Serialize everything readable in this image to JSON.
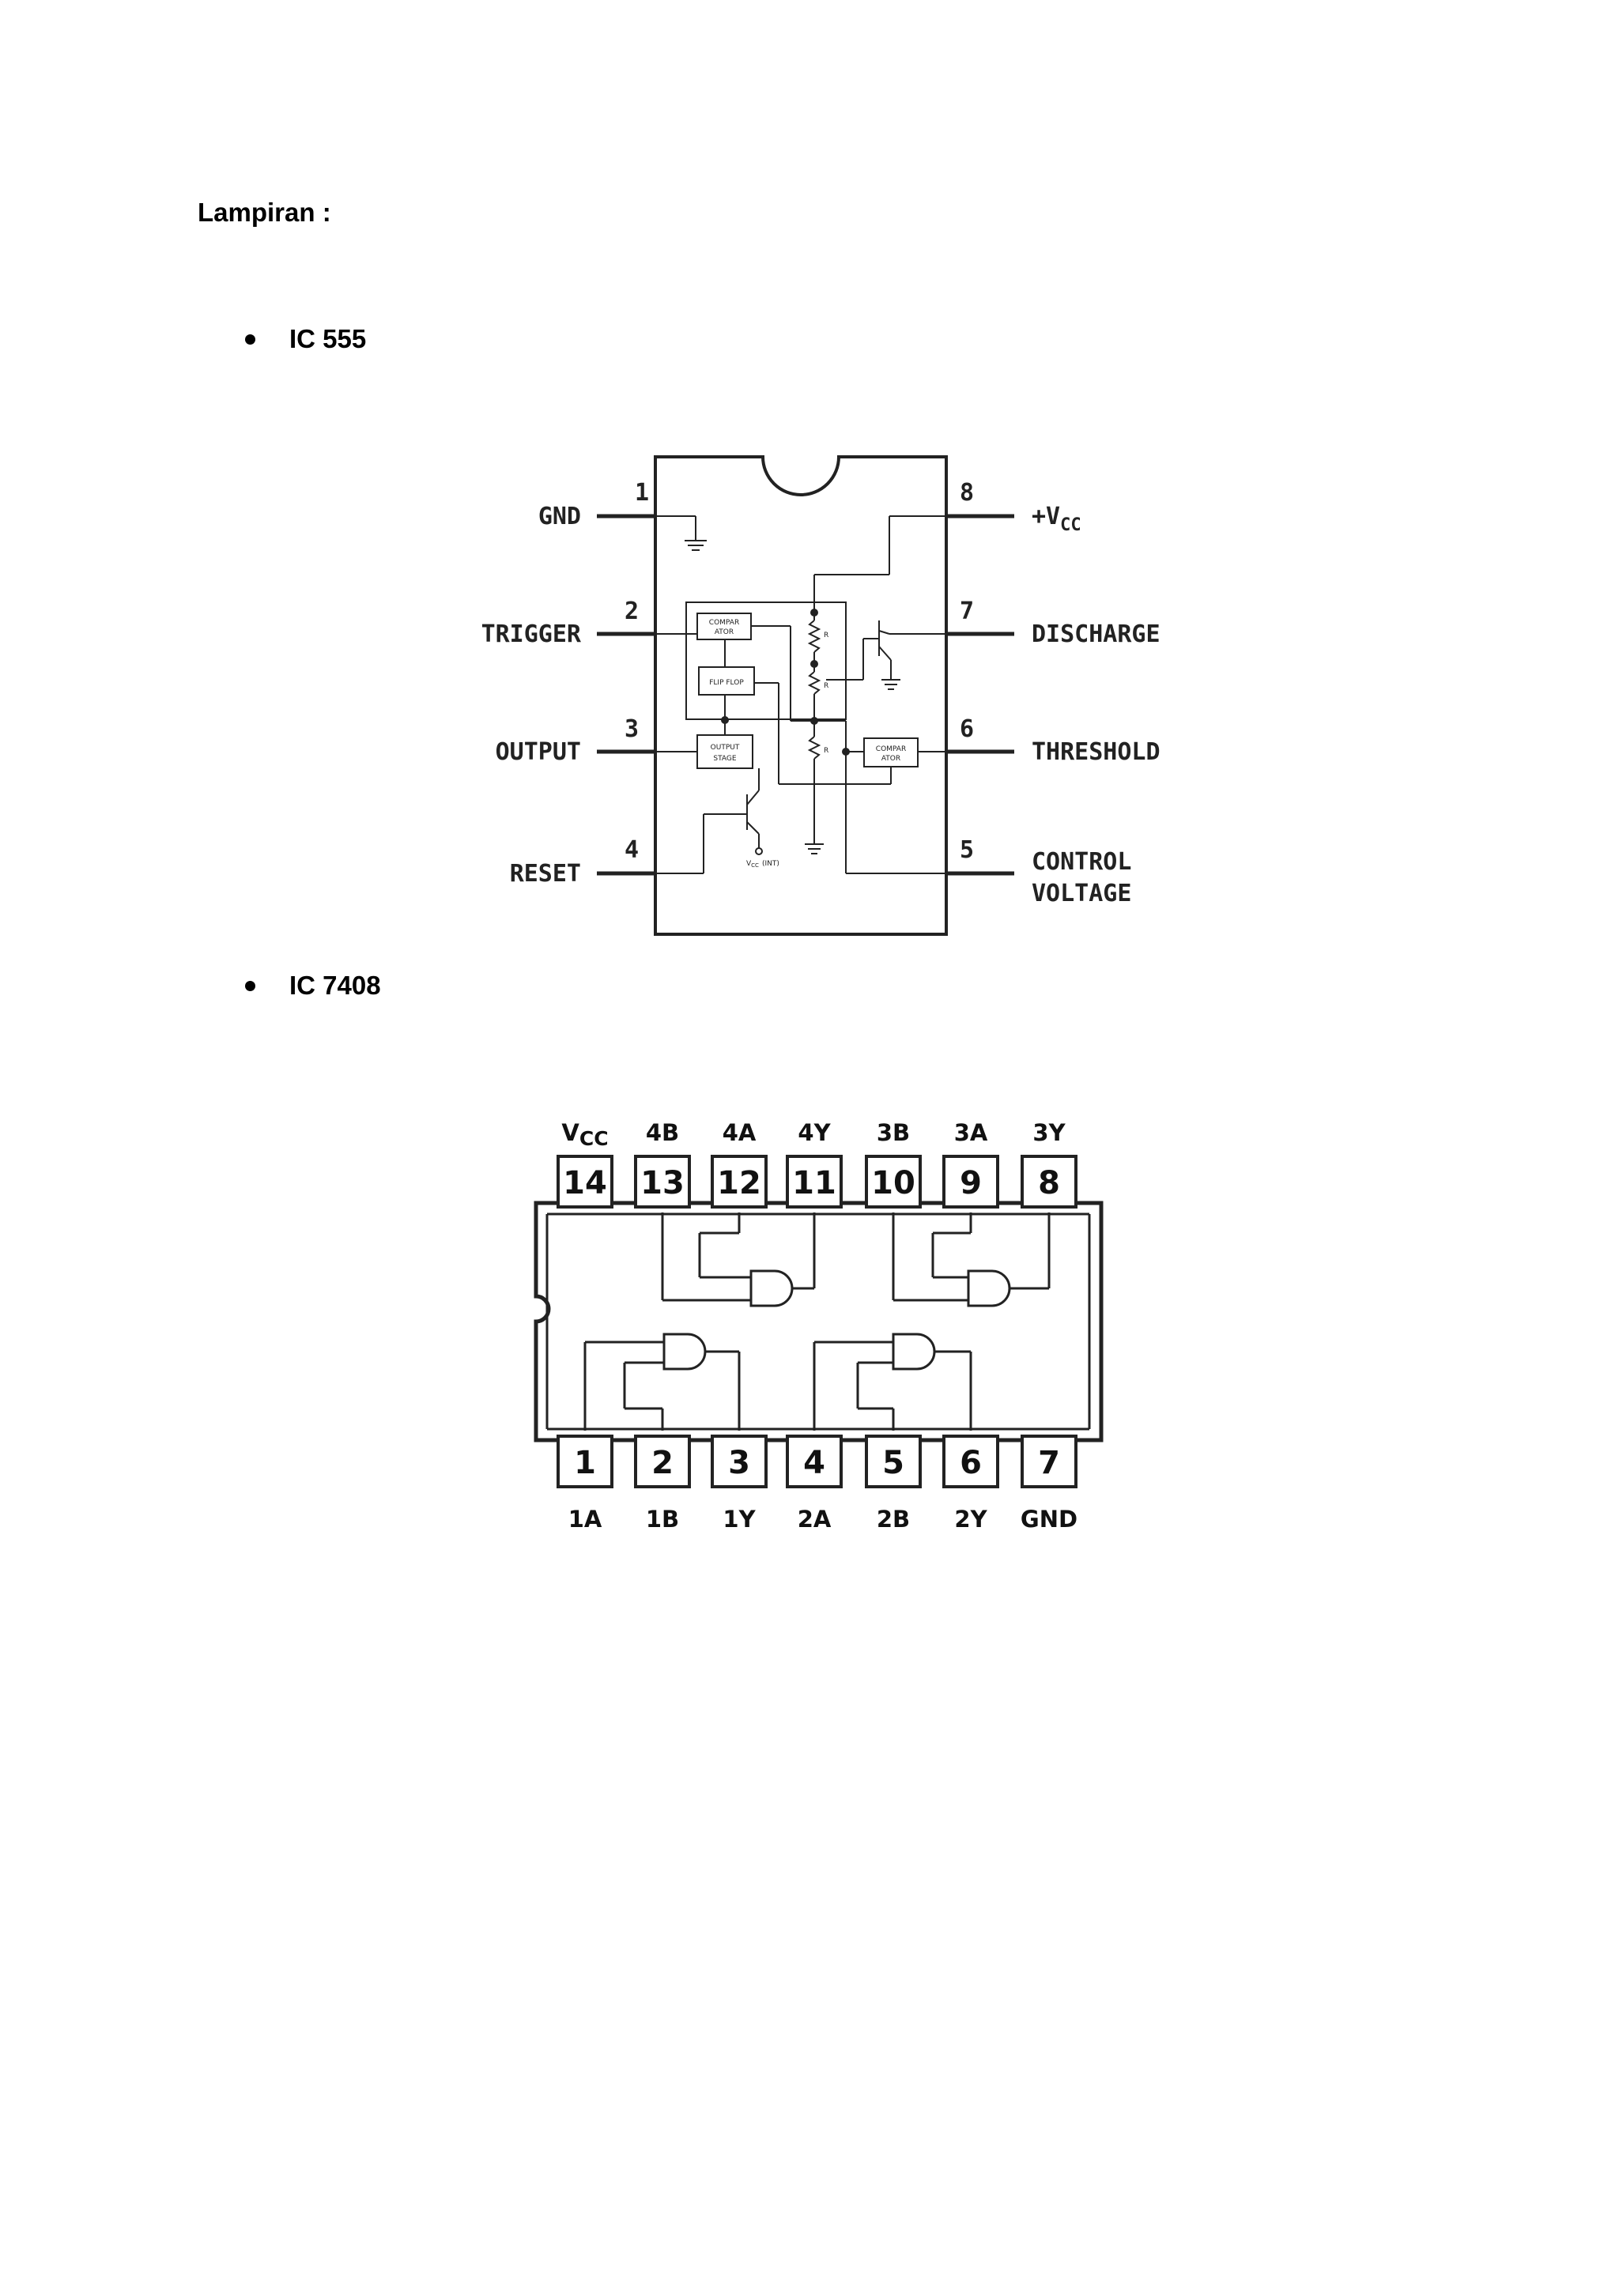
{
  "page": {
    "heading": "Lampiran :",
    "sections": [
      {
        "label": "IC 555"
      },
      {
        "label": "IC 7408"
      }
    ]
  },
  "ic555": {
    "pins": {
      "p1": {
        "num": "1",
        "name": "GND"
      },
      "p2": {
        "num": "2",
        "name": "TRIGGER"
      },
      "p3": {
        "num": "3",
        "name": "OUTPUT"
      },
      "p4": {
        "num": "4",
        "name": "RESET"
      },
      "p5": {
        "num": "5",
        "name_line1": "CONTROL",
        "name_line2": "VOLTAGE"
      },
      "p6": {
        "num": "6",
        "name": "THRESHOLD"
      },
      "p7": {
        "num": "7",
        "name": "DISCHARGE"
      },
      "p8": {
        "num": "8",
        "name_main": "+V",
        "name_sub": "CC"
      }
    },
    "blocks": {
      "comparator1_l1": "COMPAR",
      "comparator1_l2": "ATOR",
      "flipflop": "FLIP FLOP",
      "output_stage_l1": "OUTPUT",
      "output_stage_l2": "STAGE",
      "comparator2_l1": "COMPAR",
      "comparator2_l2": "ATOR",
      "resistor_label": "R",
      "vcc_int": "V",
      "vcc_int_sub": "CC",
      "vcc_int_suffix": "(INT)"
    }
  },
  "ic7408": {
    "top_pins": [
      {
        "num": "14",
        "label": "V",
        "label_sub": "CC"
      },
      {
        "num": "13",
        "label": "4B"
      },
      {
        "num": "12",
        "label": "4A"
      },
      {
        "num": "11",
        "label": "4Y"
      },
      {
        "num": "10",
        "label": "3B"
      },
      {
        "num": "9",
        "label": "3A"
      },
      {
        "num": "8",
        "label": "3Y"
      }
    ],
    "bottom_pins": [
      {
        "num": "1",
        "label": "1A"
      },
      {
        "num": "2",
        "label": "1B"
      },
      {
        "num": "3",
        "label": "1Y"
      },
      {
        "num": "4",
        "label": "2A"
      },
      {
        "num": "5",
        "label": "2B"
      },
      {
        "num": "6",
        "label": "2Y"
      },
      {
        "num": "7",
        "label": "GND"
      }
    ]
  }
}
